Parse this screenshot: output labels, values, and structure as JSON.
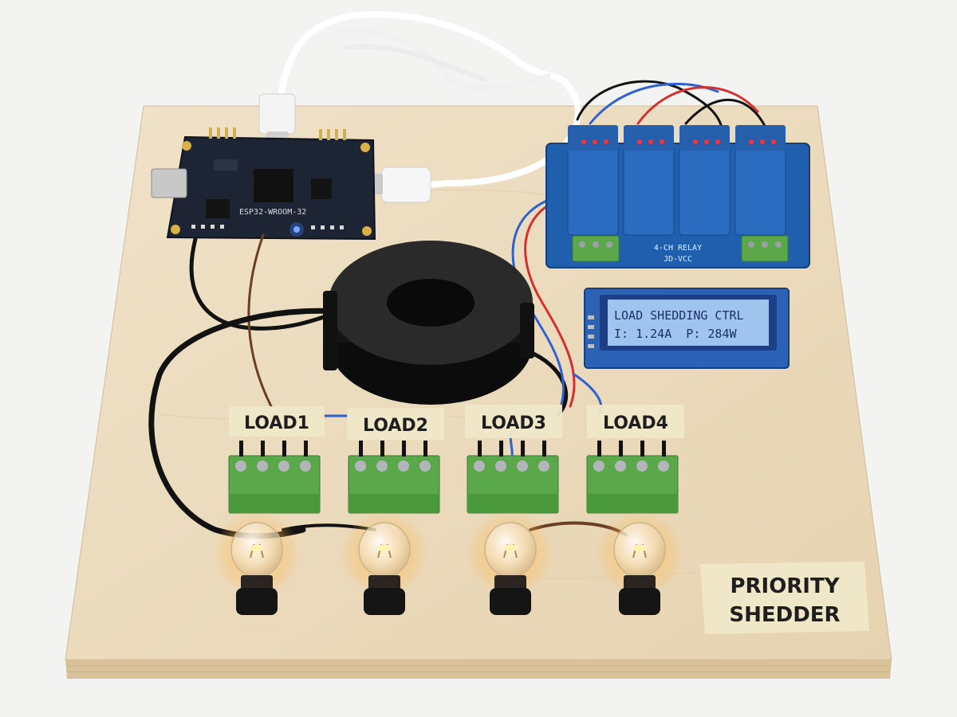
{
  "esp32": {
    "label": "ESP32-WROOM-32"
  },
  "relay": {
    "line1": "4-CH RELAY",
    "line2": "JD-VCC"
  },
  "lcd": {
    "line1": "LOAD SHEDDING CTRL",
    "line2": "I: 1.24A  P: 284W"
  },
  "loads": [
    {
      "label": "LOAD1"
    },
    {
      "label": "LOAD2"
    },
    {
      "label": "LOAD3"
    },
    {
      "label": "LOAD4"
    }
  ],
  "board_label": {
    "line1": "PRIORITY",
    "line2": "SHEDDER"
  },
  "colors": {
    "board": "#ecdcc0",
    "pcb": "#1d2433",
    "relay_board": "#1f5fae",
    "relay_block": "#2a6cc0",
    "terminal_green": "#5aa84a",
    "lcd_screen": "#9fc4ee",
    "lcd_text": "#1c2f6a",
    "status_led": "#3b7bff",
    "relay_led": "#ff3030",
    "wire_red": "#d43030",
    "wire_blue": "#2f62d0",
    "wire_black": "#121212",
    "wire_brown": "#6a3f24",
    "bulb_glow": "#ffb347"
  }
}
